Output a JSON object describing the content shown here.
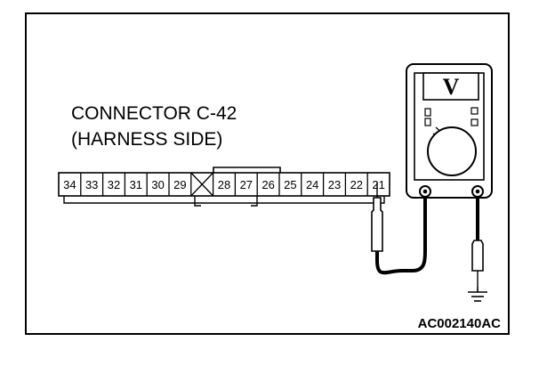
{
  "caption": {
    "line1": "CONNECTOR C-42",
    "line2": "(HARNESS SIDE)"
  },
  "connector": {
    "pins": [
      "34",
      "33",
      "32",
      "31",
      "30",
      "29",
      "",
      "28",
      "27",
      "26",
      "25",
      "24",
      "23",
      "22",
      "21"
    ],
    "probed_pin": "21"
  },
  "meter": {
    "display": "V",
    "icon": "voltmeter-icon"
  },
  "ground": {
    "icon": "ground-symbol-icon"
  },
  "figure_code": "AC002140AC"
}
